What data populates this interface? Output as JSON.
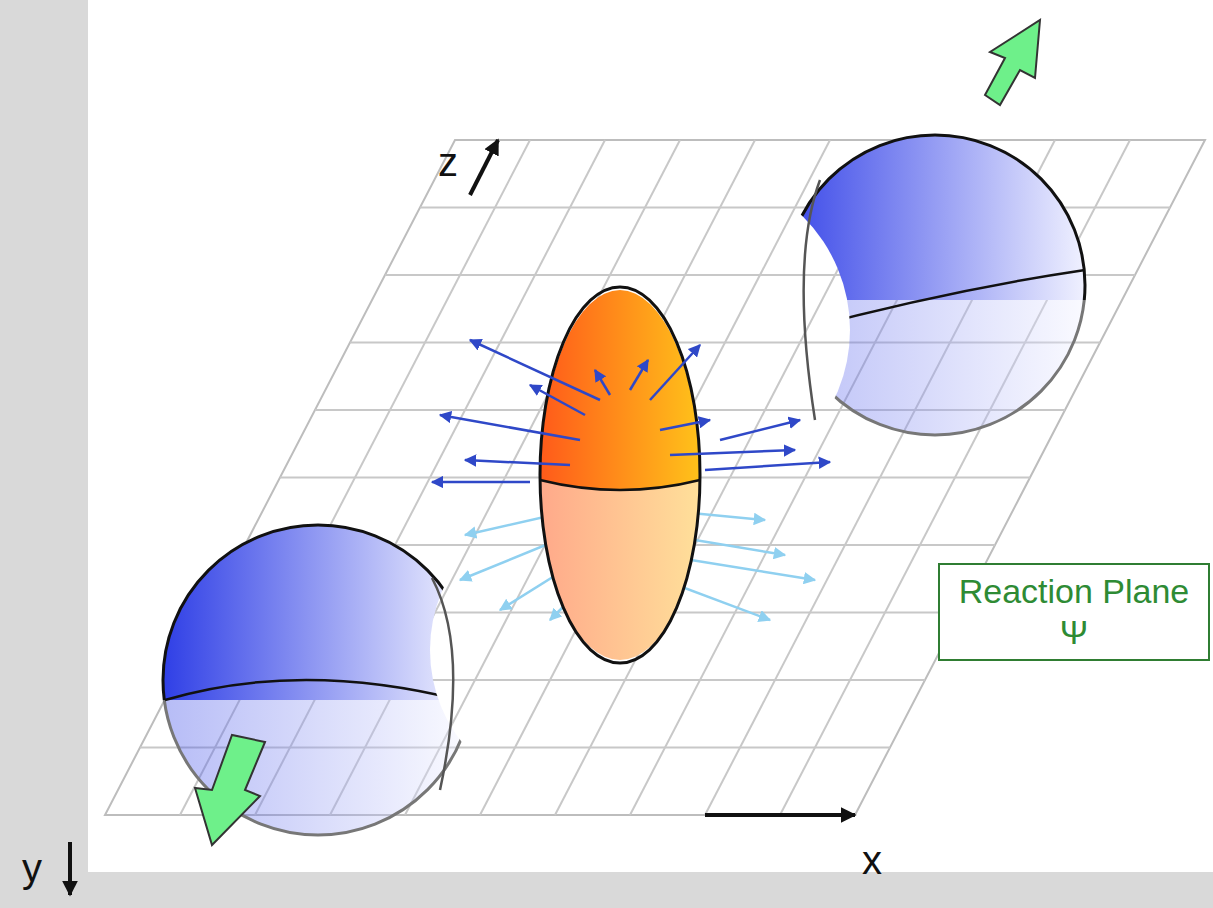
{
  "diagram": {
    "nodes": [
      {
        "text": [
          "Reaction Plane Ψ"
        ]
      }
    ],
    "labels": [
      "z",
      "x",
      "y"
    ]
  }
}
